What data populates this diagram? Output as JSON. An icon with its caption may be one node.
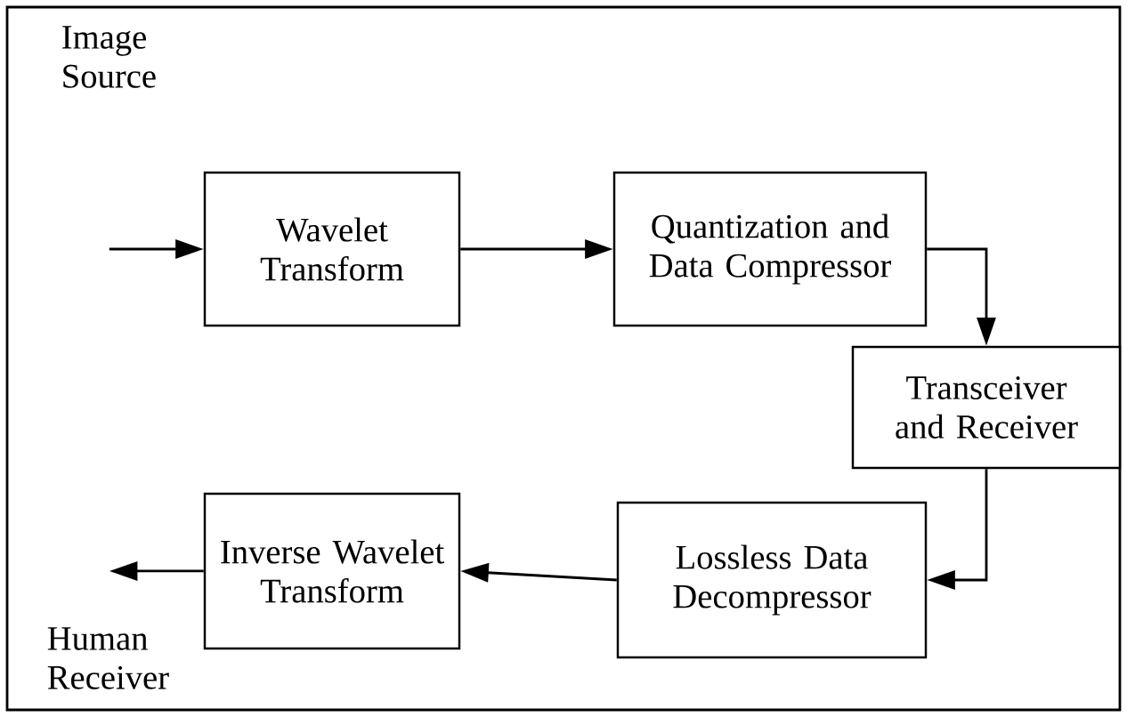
{
  "diagram": {
    "nodes": [
      {
        "text": [
          "Wavelet Transform"
        ]
      },
      {
        "text": [
          "Quantization and Data Compressor"
        ]
      },
      {
        "text": [
          "Transceiver and Receiver"
        ]
      },
      {
        "text": [
          "Lossless Data Decompressor"
        ]
      },
      {
        "text": [
          "Inverse Wavelet Transform"
        ]
      }
    ],
    "edges": [
      {
        "from": null,
        "to": 0,
        "arrow": "to"
      },
      {
        "from": 0,
        "to": 1,
        "arrow": "to"
      },
      {
        "from": 1,
        "to": 2,
        "arrow": "to"
      },
      {
        "from": 2,
        "to": 3,
        "arrow": "to"
      },
      {
        "from": 3,
        "to": 4,
        "arrow": "to"
      },
      {
        "from": 4,
        "to": null,
        "arrow": "to"
      }
    ],
    "labels": [
      "Image Source",
      "Human Receiver"
    ]
  }
}
